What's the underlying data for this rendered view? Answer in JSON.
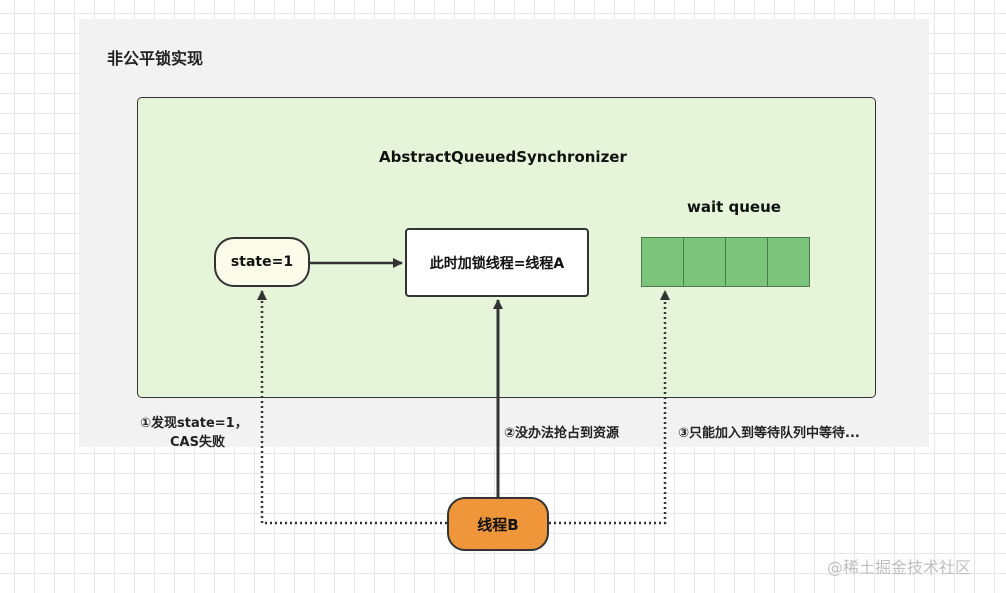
{
  "panel": {
    "title": "非公平锁实现",
    "aqs_title": "AbstractQueuedSynchronizer",
    "state_label": "state=1",
    "holder_label": "此时加锁线程=线程A",
    "queue_label": "wait queue",
    "queue_cells": 4
  },
  "thread": {
    "label": "线程B"
  },
  "notes": {
    "step1_line1": "①发现state=1，",
    "step1_line2": "CAS失败",
    "step2": "②没办法抢占到资源",
    "step3": "③只能加入到等待队列中等待..."
  },
  "watermark": "@稀土掘金技术社区",
  "colors": {
    "outer_panel": "#f2f2f2",
    "aqs_fill": "#e6f5d9",
    "state_fill": "#fbfbe9",
    "queue_fill": "#7cc47c",
    "thread_fill": "#f0963a"
  }
}
